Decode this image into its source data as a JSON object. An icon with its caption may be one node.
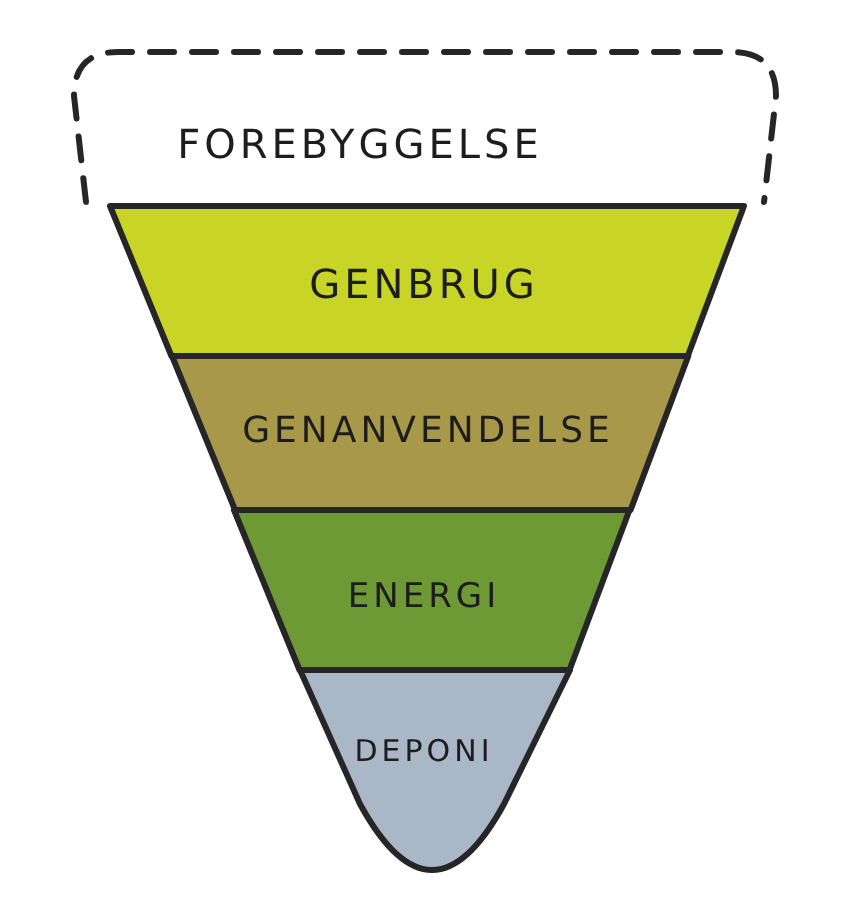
{
  "diagram": {
    "nodes": [
      {
        "text": [
          "FOREBYGGELSE"
        ]
      },
      {
        "text": [
          "GENBRUG"
        ]
      },
      {
        "text": [
          "GENANVENDELSE"
        ]
      },
      {
        "text": [
          "ENERGI"
        ]
      },
      {
        "text": [
          "DEPONI"
        ]
      }
    ]
  }
}
